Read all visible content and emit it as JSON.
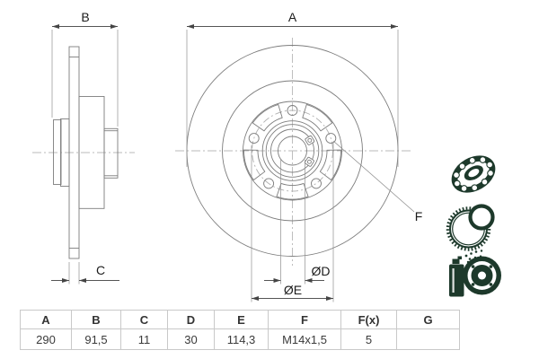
{
  "drawing": {
    "dimension_labels": {
      "a": "A",
      "b": "B",
      "c": "C",
      "d": "ØD",
      "e": "ØE",
      "f": "F"
    }
  },
  "accessory_icons": {
    "bearing": "bearing-icon",
    "abs_ring": "abs-ring-icon",
    "grease_spray": "grease-spray-icon"
  },
  "spec_table": {
    "headers": [
      "A",
      "B",
      "C",
      "D",
      "E",
      "F",
      "F(x)",
      "G"
    ],
    "values": [
      "290",
      "91,5",
      "11",
      "30",
      "114,3",
      "M14x1,5",
      "5",
      ""
    ]
  },
  "colors": {
    "drawing_line": "#7d7d7d",
    "centerline": "#b8b8b8",
    "dimension_text": "#1b1b1b",
    "icon_green": "#1d392b",
    "table_border": "#c9c9c9"
  }
}
